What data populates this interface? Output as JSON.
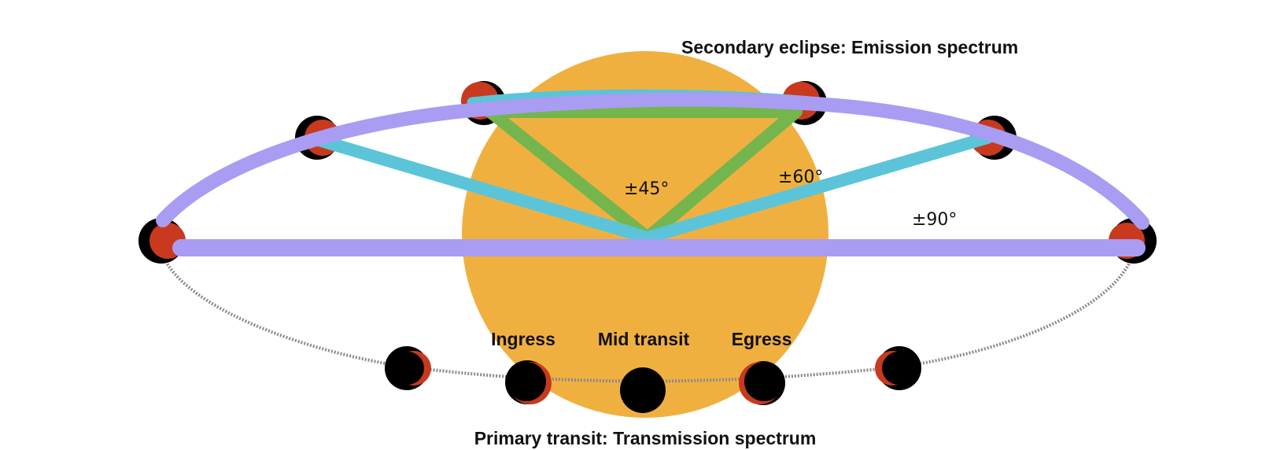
{
  "labels": {
    "secondary_eclipse": "Secondary eclipse: Emission spectrum",
    "primary_transit": "Primary transit: Transmission spectrum",
    "ingress": "Ingress",
    "mid_transit": "Mid transit",
    "egress": "Egress"
  },
  "angles": {
    "a45": "±45°",
    "a60": "±60°",
    "a90": "±90°"
  },
  "colors": {
    "star": "#f0b040",
    "planet_day": "#c8391e",
    "planet_night": "#000000",
    "orbit": "#8a8a8a",
    "angle_45": "#75b54e",
    "angle_60": "#5cc4d8",
    "angle_90": "#a89df2",
    "text": "#111111"
  }
}
